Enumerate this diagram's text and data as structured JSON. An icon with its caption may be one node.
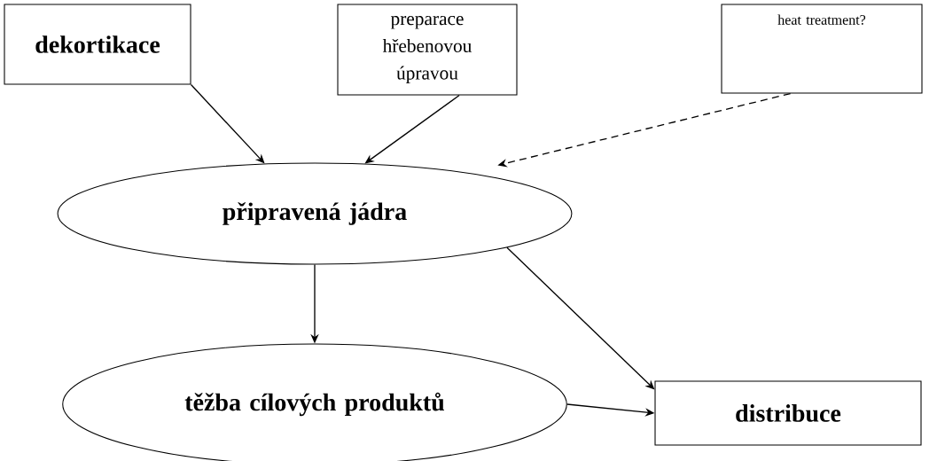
{
  "diagram": {
    "nodes": [
      {
        "text": [
          "dekortikace"
        ]
      },
      {
        "text": [
          "preparace hřebenovou úpravou"
        ]
      },
      {
        "text": [
          "heat treatment?"
        ]
      },
      {
        "text": [
          "připravená jádra"
        ]
      },
      {
        "text": [
          "těžba cílových produktů"
        ]
      },
      {
        "text": [
          "distribuce"
        ]
      }
    ],
    "edges": [
      {
        "from": 0,
        "to": 3,
        "arrow": "to"
      },
      {
        "from": 1,
        "to": 3,
        "arrow": "to"
      },
      {
        "from": 2,
        "to": 3,
        "arrow": "to",
        "style": "dashed"
      },
      {
        "from": 3,
        "to": 4,
        "arrow": "to"
      },
      {
        "from": 4,
        "to": 5,
        "arrow": "to"
      },
      {
        "from": 3,
        "to": 5,
        "arrow": "to"
      }
    ]
  }
}
